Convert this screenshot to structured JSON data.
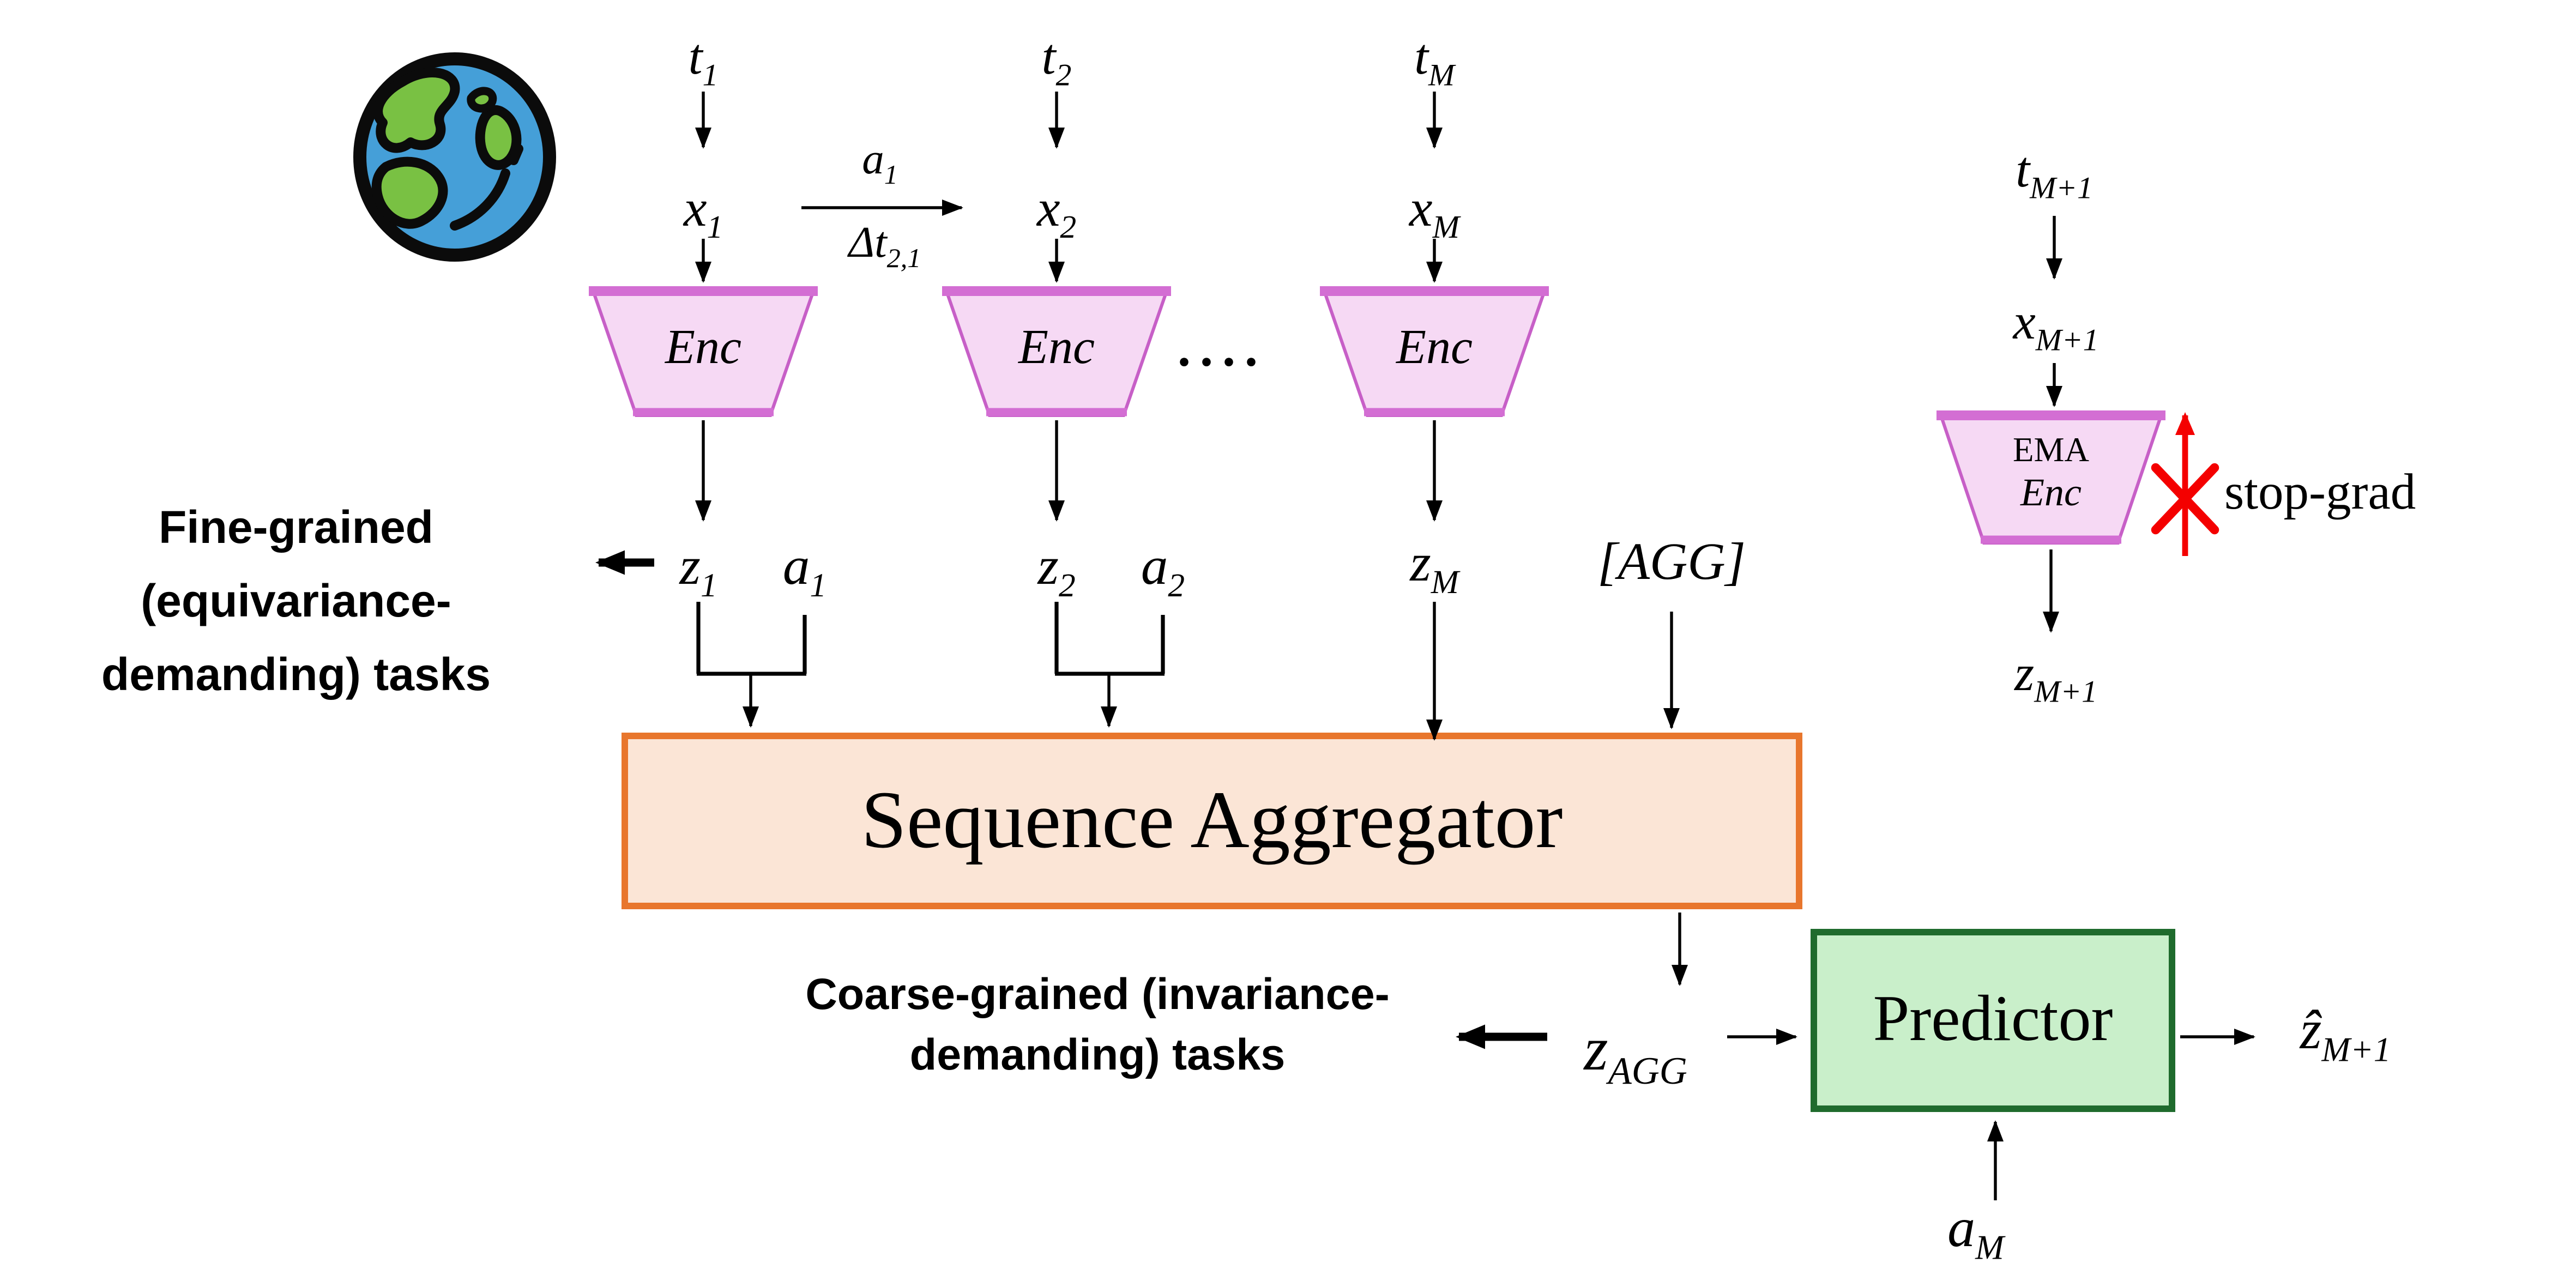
{
  "labels": {
    "t1": {
      "base": "t",
      "sub": "1"
    },
    "t2": {
      "base": "t",
      "sub": "2"
    },
    "tM": {
      "base": "t",
      "sub": "M"
    },
    "x1": {
      "base": "x",
      "sub": "1"
    },
    "x2": {
      "base": "x",
      "sub": "2"
    },
    "xM": {
      "base": "x",
      "sub": "M"
    },
    "action_a1": {
      "base": "a",
      "sub": "1"
    },
    "delta_t21": {
      "base": "Δt",
      "sub": "2,1"
    },
    "z1": {
      "base": "z",
      "sub": "1"
    },
    "a1": {
      "base": "a",
      "sub": "1"
    },
    "z2": {
      "base": "z",
      "sub": "2"
    },
    "a2": {
      "base": "a",
      "sub": "2"
    },
    "zM": {
      "base": "z",
      "sub": "M"
    },
    "agg_token": "[AGG]",
    "dots": "····",
    "z_agg": {
      "base": "z",
      "sub": "AGG"
    },
    "z_hat_M1": {
      "base": "ẑ",
      "sub": "M+1"
    },
    "a_M": {
      "base": "a",
      "sub": "M"
    },
    "t_M1": {
      "base": "t",
      "sub": "M+1"
    },
    "x_M1": {
      "base": "x",
      "sub": "M+1"
    },
    "z_M1": {
      "base": "z",
      "sub": "M+1"
    }
  },
  "blocks": {
    "encoder_label": "Enc",
    "ema_encoder_line1": "EMA",
    "ema_encoder_line2": "Enc",
    "aggregator_label": "Sequence Aggregator",
    "predictor_label": "Predictor"
  },
  "annotations": {
    "fine": [
      "Fine-grained",
      "(equivariance-",
      "demanding) tasks"
    ],
    "coarse": [
      "Coarse-grained (invariance-",
      "demanding) tasks"
    ],
    "stop_grad": "stop-grad"
  },
  "icons": {
    "earth": "earth-globe",
    "stop_grad_cross": "red-cross-over-gradient-arrow"
  },
  "colors": {
    "encoder_fill": "#f6d9f4",
    "encoder_border": "#c75fc7",
    "encoder_band": "#d36ed3",
    "aggregator_fill": "#fbe5d6",
    "aggregator_border": "#e8762d",
    "predictor_fill": "#c9efca",
    "predictor_border": "#1f6b2d",
    "stop_grad_red": "#f40000",
    "earth_blue": "#459fd8",
    "earth_green": "#79c143",
    "line_black": "#000000"
  }
}
